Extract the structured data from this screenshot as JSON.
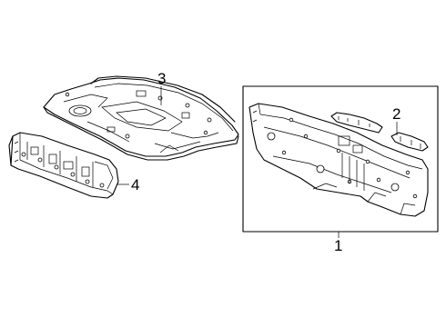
{
  "diagram": {
    "callouts": [
      {
        "id": "panel-assembly",
        "label": "1"
      },
      {
        "id": "bracket",
        "label": "2"
      },
      {
        "id": "rear-shelf",
        "label": "3"
      },
      {
        "id": "crossmember",
        "label": "4"
      }
    ]
  }
}
